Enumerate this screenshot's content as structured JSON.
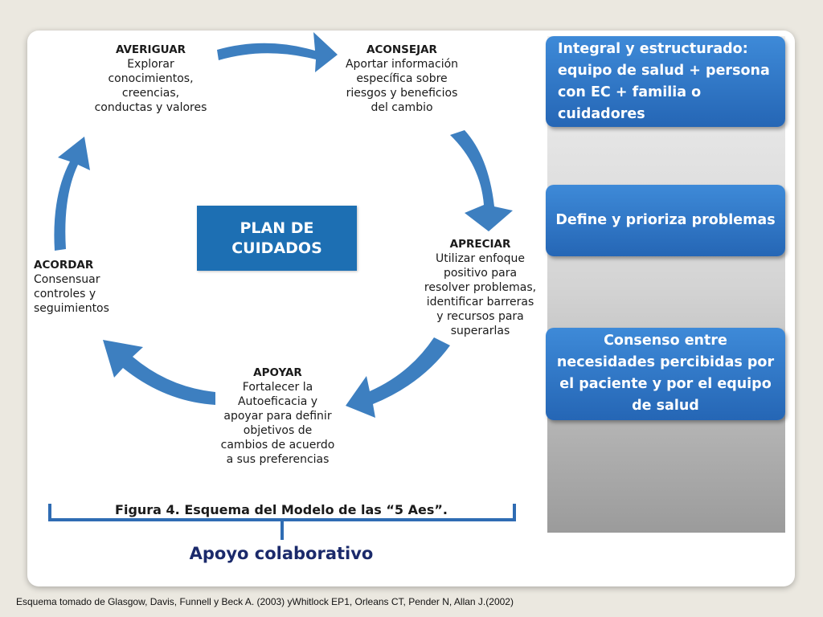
{
  "diagram": {
    "center": "PLAN DE\nCUIDADOS",
    "stages": [
      {
        "id": "averiguar",
        "title": "AVERIGUAR",
        "description": "Explorar\nconocimientos,\ncreencias,\nconductas y valores"
      },
      {
        "id": "aconsejar",
        "title": "ACONSEJAR",
        "description": "Aportar información\nespecífica sobre\nriesgos y beneficios\ndel cambio"
      },
      {
        "id": "apreciar",
        "title": "APRECIAR",
        "description": "Utilizar enfoque\npositivo para\nresolver problemas,\nidentificar barreras\ny recursos para\nsuperarlas"
      },
      {
        "id": "apoyar",
        "title": "APOYAR",
        "description": "Fortalecer la\nAutoeficacia y\napoyar para definir\nobjetivos de\ncambios de acuerdo\na sus preferencias"
      },
      {
        "id": "acordar",
        "title": "ACORDAR",
        "description": "Consensuar\ncontroles y\nseguimientos"
      }
    ],
    "caption": "Figura 4. Esquema del Modelo de las “5 Aes”.",
    "bracket_label": "Apoyo colaborativo",
    "colors": {
      "arrow": "#3d7fc0",
      "center_box": "#1d6fb3",
      "bracket": "#2f6cb3"
    }
  },
  "side_boxes": [
    "Integral y estructurado: equipo de salud + persona con EC + familia o cuidadores",
    "Define y prioriza problemas",
    "Consenso entre necesidades percibidas por el paciente y por el equipo de salud"
  ],
  "source": "Esquema tomado de Glasgow, Davis, Funnell y Beck A. (2003) yWhitlock EP1, Orleans CT, Pender N, Allan J.(2002)"
}
